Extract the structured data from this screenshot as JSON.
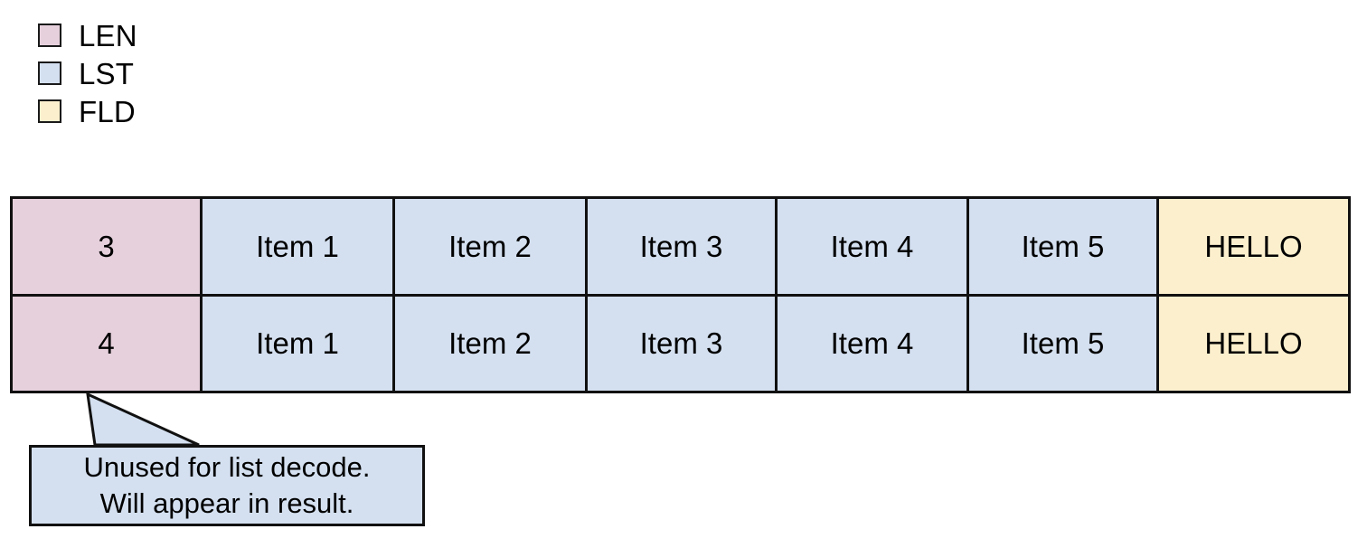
{
  "legend": {
    "items": [
      {
        "label": "LEN",
        "color": "#e6d0dc",
        "icon": "square-swatch"
      },
      {
        "label": "LST",
        "color": "#d4e0f0",
        "icon": "square-swatch"
      },
      {
        "label": "FLD",
        "color": "#fbefcd",
        "icon": "square-swatch"
      }
    ]
  },
  "table": {
    "rows": [
      {
        "cells": [
          {
            "value": "3",
            "kind": "LEN"
          },
          {
            "value": "Item 1",
            "kind": "LST"
          },
          {
            "value": "Item 2",
            "kind": "LST"
          },
          {
            "value": "Item 3",
            "kind": "LST"
          },
          {
            "value": "Item 4",
            "kind": "LST"
          },
          {
            "value": "Item 5",
            "kind": "LST"
          },
          {
            "value": "HELLO",
            "kind": "FLD"
          }
        ]
      },
      {
        "cells": [
          {
            "value": "4",
            "kind": "LEN"
          },
          {
            "value": "Item 1",
            "kind": "LST"
          },
          {
            "value": "Item 2",
            "kind": "LST"
          },
          {
            "value": "Item 3",
            "kind": "LST"
          },
          {
            "value": "Item 4",
            "kind": "LST"
          },
          {
            "value": "Item 5",
            "kind": "LST"
          },
          {
            "value": "HELLO",
            "kind": "FLD"
          }
        ]
      }
    ]
  },
  "callout": {
    "line1": "Unused for list decode.",
    "line2": "Will appear in result.",
    "background": "#d4e0f0",
    "border": "#111111"
  },
  "colors": {
    "len": "#e6d0dc",
    "lst": "#d4e0f0",
    "fld": "#fbefcd",
    "stroke": "#111111",
    "background": "#ffffff",
    "text": "#000000"
  }
}
